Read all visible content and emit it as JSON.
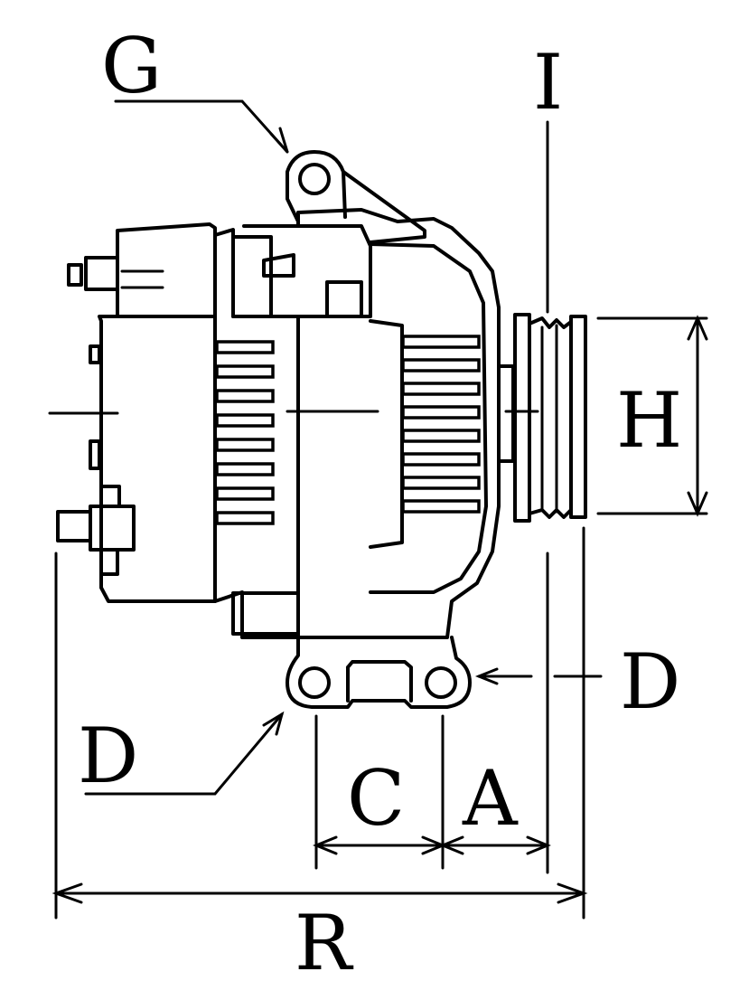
{
  "labels": {
    "g": "G",
    "i": "I",
    "h": "H",
    "d_right": "D",
    "d_left": "D",
    "c": "C",
    "a": "A",
    "r": "R"
  },
  "colors": {
    "ink": "#000000",
    "paper": "#ffffff"
  }
}
